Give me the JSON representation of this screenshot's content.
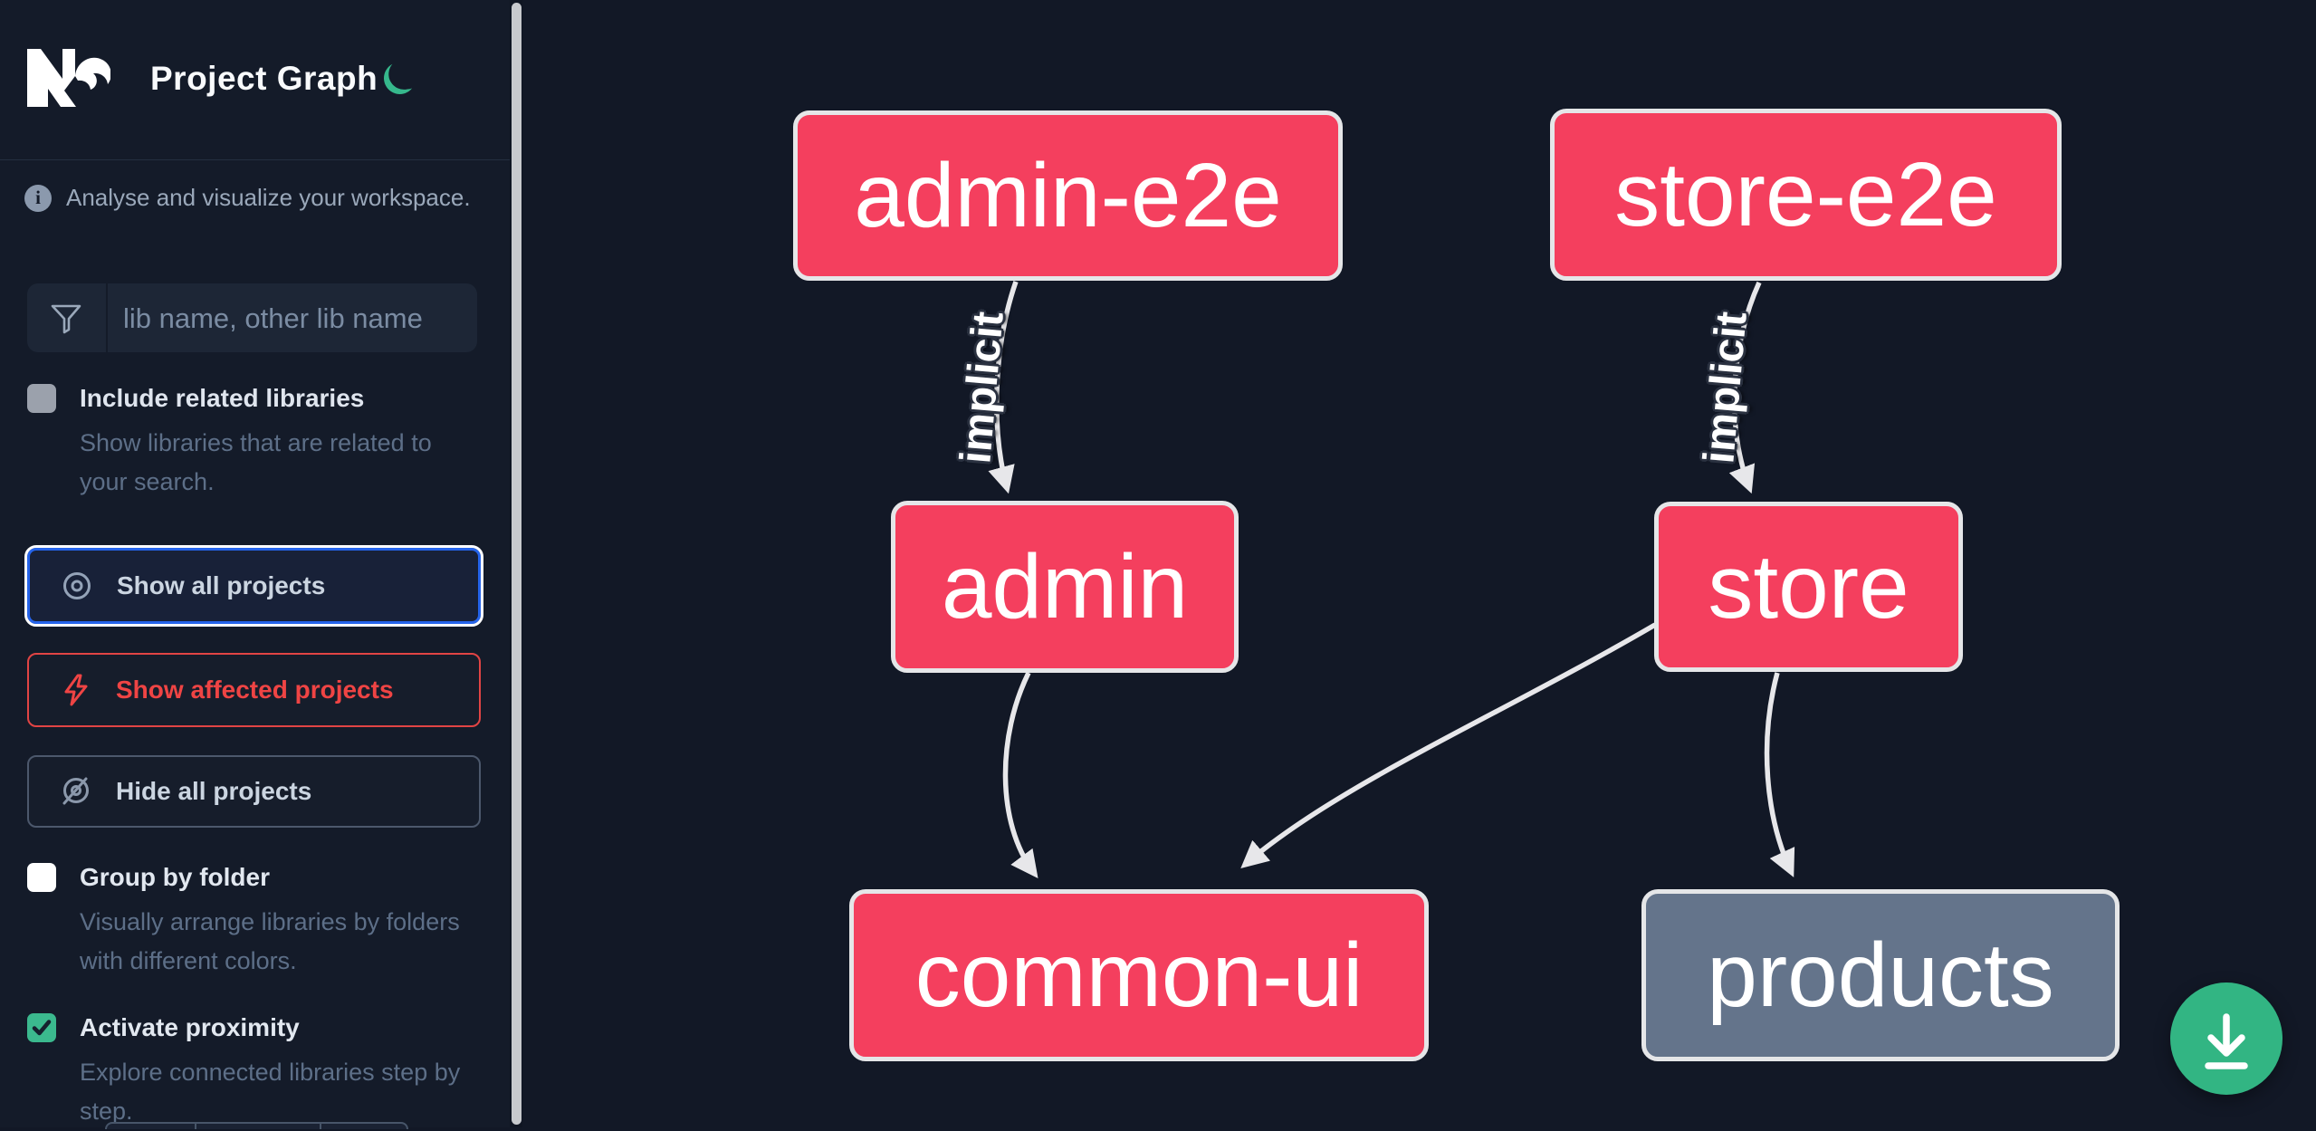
{
  "header": {
    "app_name": "Nx",
    "title": "Project Graph",
    "theme_icon": "moon"
  },
  "sidebar": {
    "tagline": "Analyse and visualize your workspace.",
    "search": {
      "placeholder": "lib name, other lib name",
      "value": ""
    },
    "include_related": {
      "label": "Include related libraries",
      "description": "Show libraries that are related to your search.",
      "checked": false
    },
    "actions": {
      "show_all": "Show all projects",
      "show_affected": "Show affected projects",
      "hide_all": "Hide all projects"
    },
    "group_by_folder": {
      "label": "Group by folder",
      "description": "Visually arrange libraries by folders with different colors.",
      "checked": false
    },
    "activate_proximity": {
      "label": "Activate proximity",
      "description": "Explore connected libraries step by step.",
      "checked": true
    }
  },
  "graph": {
    "nodes": [
      {
        "id": "admin-e2e",
        "label": "admin-e2e",
        "state": "affected"
      },
      {
        "id": "store-e2e",
        "label": "store-e2e",
        "state": "affected"
      },
      {
        "id": "admin",
        "label": "admin",
        "state": "affected"
      },
      {
        "id": "store",
        "label": "store",
        "state": "affected"
      },
      {
        "id": "common-ui",
        "label": "common-ui",
        "state": "affected"
      },
      {
        "id": "products",
        "label": "products",
        "state": "normal"
      }
    ],
    "edges": [
      {
        "source": "admin-e2e",
        "target": "admin",
        "label": "implicit"
      },
      {
        "source": "store-e2e",
        "target": "store",
        "label": "implicit"
      },
      {
        "source": "admin",
        "target": "common-ui",
        "label": ""
      },
      {
        "source": "store",
        "target": "common-ui",
        "label": ""
      },
      {
        "source": "store",
        "target": "products",
        "label": ""
      }
    ]
  },
  "fab": {
    "action": "download-graph-image"
  },
  "colors": {
    "affected_node": "#f43f5e",
    "normal_node": "#64748b",
    "node_border": "#e5e6e8",
    "edge": "#e7e7ea",
    "accent_green": "#32b583",
    "focus_blue": "#2564eb",
    "danger_red": "#ef4444",
    "background": "#121826"
  }
}
